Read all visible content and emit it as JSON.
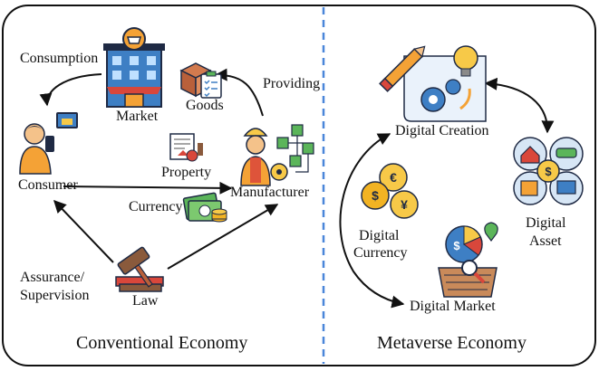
{
  "left_panel": {
    "title": "Conventional Economy",
    "consumption": "Consumption",
    "market": "Market",
    "goods": "Goods",
    "providing": "Providing",
    "consumer": "Consumer",
    "property": "Property",
    "manufacturer": "Manufacturer",
    "currency": "Currency",
    "assurance_line1": "Assurance/",
    "assurance_line2": "Supervision",
    "law": "Law"
  },
  "right_panel": {
    "title": "Metaverse Economy",
    "digital_creation": "Digital Creation",
    "digital_asset_line1": "Digital",
    "digital_asset_line2": "Asset",
    "digital_currency_line1": "Digital",
    "digital_currency_line2": "Currency",
    "digital_market": "Digital Market"
  },
  "colors": {
    "divider": "#4a86d9",
    "border": "#111111",
    "orange": "#f4a236",
    "navy": "#1f2a44",
    "blue": "#3e7fc4",
    "green": "#5bb55a",
    "red": "#d9473b",
    "yellow": "#f7c948",
    "brown": "#8a5a3c",
    "gold": "#f2b323"
  },
  "icons": [
    "market-icon",
    "goods-icon",
    "consumer-icon",
    "property-icon",
    "manufacturer-icon",
    "currency-icon",
    "law-icon",
    "digital-creation-icon",
    "digital-asset-icon",
    "digital-currency-icon",
    "digital-market-icon"
  ]
}
